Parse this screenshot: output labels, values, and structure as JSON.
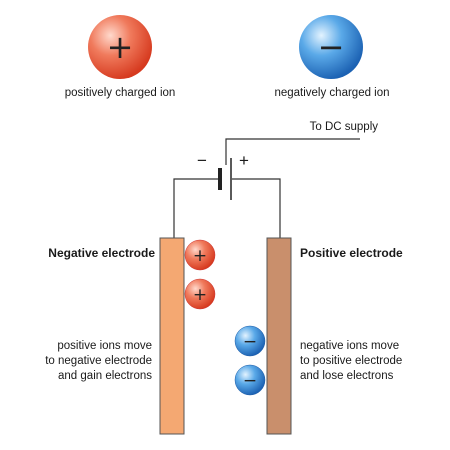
{
  "legend": {
    "positive_label": "positively charged ion",
    "negative_label": "negatively charged ion",
    "positive_symbol": "+",
    "negative_symbol": "−"
  },
  "supply": {
    "label": "To DC supply",
    "minus_sign": "−",
    "plus_sign": "+"
  },
  "negative_electrode": {
    "title": "Negative electrode",
    "description": [
      "positive ions move",
      "to negative electrode",
      "and gain electrons"
    ],
    "ion_symbol": "+"
  },
  "positive_electrode": {
    "title": "Positive electrode",
    "description": [
      "negative ions move",
      "to positive electrode",
      "and lose electrons"
    ],
    "ion_symbol": "−"
  },
  "colors": {
    "positive_ion": "#e9553a",
    "negative_ion": "#2f86d6",
    "negative_electrode": "#f4a872",
    "positive_electrode": "#c98f6c",
    "wire": "#333333"
  }
}
